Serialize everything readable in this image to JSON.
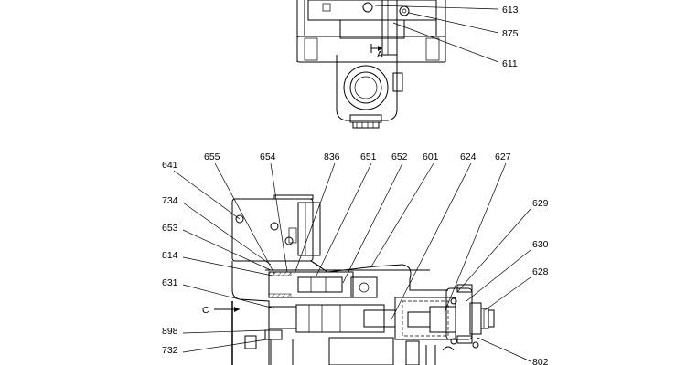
{
  "top_view": {
    "callouts": [
      "613",
      "875",
      "611"
    ],
    "section_mark": "A"
  },
  "section_view": {
    "top_callouts": [
      "641",
      "655",
      "654",
      "836",
      "651",
      "652",
      "601",
      "624",
      "627"
    ],
    "left_callouts": [
      "734",
      "653",
      "814",
      "631",
      "898",
      "732"
    ],
    "right_callouts": [
      "629",
      "630",
      "628",
      "802"
    ],
    "view_arrow_label": "C"
  }
}
